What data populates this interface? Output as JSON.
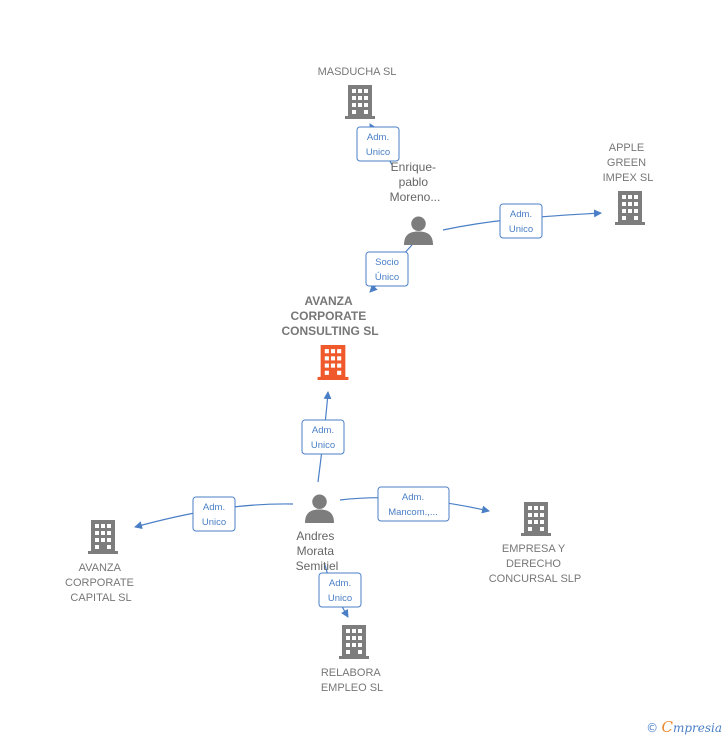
{
  "companies": {
    "masducha": [
      "MASDUCHA SL"
    ],
    "apple": [
      "APPLE",
      "GREEN",
      "IMPEX  SL"
    ],
    "avanza_consulting": [
      "AVANZA",
      "CORPORATE",
      "CONSULTING SL"
    ],
    "avanza_capital": [
      "AVANZA",
      "CORPORATE",
      "CAPITAL SL"
    ],
    "empresa": [
      "EMPRESA Y",
      "DERECHO",
      "CONCURSAL SLP"
    ],
    "relabora": [
      "RELABORA",
      "EMPLEO SL"
    ]
  },
  "persons": {
    "enrique": [
      "Enrique-",
      "pablo",
      "Moreno..."
    ],
    "andres": [
      "Andres",
      "Morata",
      "Semitiel"
    ]
  },
  "edges": {
    "enrique_masducha": [
      "Adm.",
      "Unico"
    ],
    "enrique_apple": [
      "Adm.",
      "Unico"
    ],
    "enrique_avanza": [
      "Socio",
      "Único"
    ],
    "andres_avanza": [
      "Adm.",
      "Unico"
    ],
    "andres_capital": [
      "Adm.",
      "Unico"
    ],
    "andres_empresa": [
      "Adm.",
      "Mancom.,..."
    ],
    "andres_relabora": [
      "Adm.",
      "Unico"
    ]
  },
  "colors": {
    "building": "#7d7d7d",
    "building_main": "#f0592b",
    "person": "#7d7d7d",
    "edge": "#4a7fc6"
  },
  "footer": {
    "copyright": "©",
    "brand_initial": "C",
    "brand_rest": "mpresia"
  }
}
